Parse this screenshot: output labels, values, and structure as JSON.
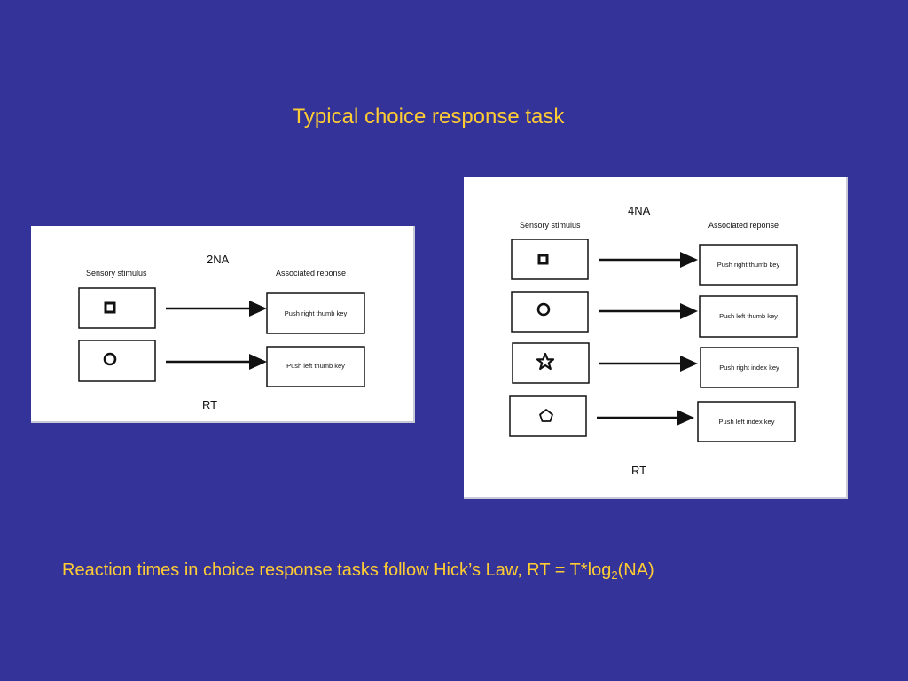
{
  "slide": {
    "title": "Typical choice response task"
  },
  "panels": [
    {
      "condition": "2NA",
      "stimulus_header": "Sensory stimulus",
      "response_header": "Associated reponse",
      "rt_label": "RT",
      "rows": [
        {
          "stimulus": "square",
          "response": "Push right thumb key"
        },
        {
          "stimulus": "circle",
          "response": "Push left thumb key"
        }
      ]
    },
    {
      "condition": "4NA",
      "stimulus_header": "Sensory stimulus",
      "response_header": "Associated reponse",
      "rt_label": "RT",
      "rows": [
        {
          "stimulus": "square",
          "response": "Push right thumb key"
        },
        {
          "stimulus": "circle",
          "response": "Push left thumb key"
        },
        {
          "stimulus": "star",
          "response": "Push right index key"
        },
        {
          "stimulus": "pentagon",
          "response": "Push left index key"
        }
      ]
    }
  ],
  "caption": {
    "text_before": "Reaction times in choice response tasks follow Hick’s Law, RT = T*log",
    "subscript": "2",
    "text_after": "(NA)"
  }
}
